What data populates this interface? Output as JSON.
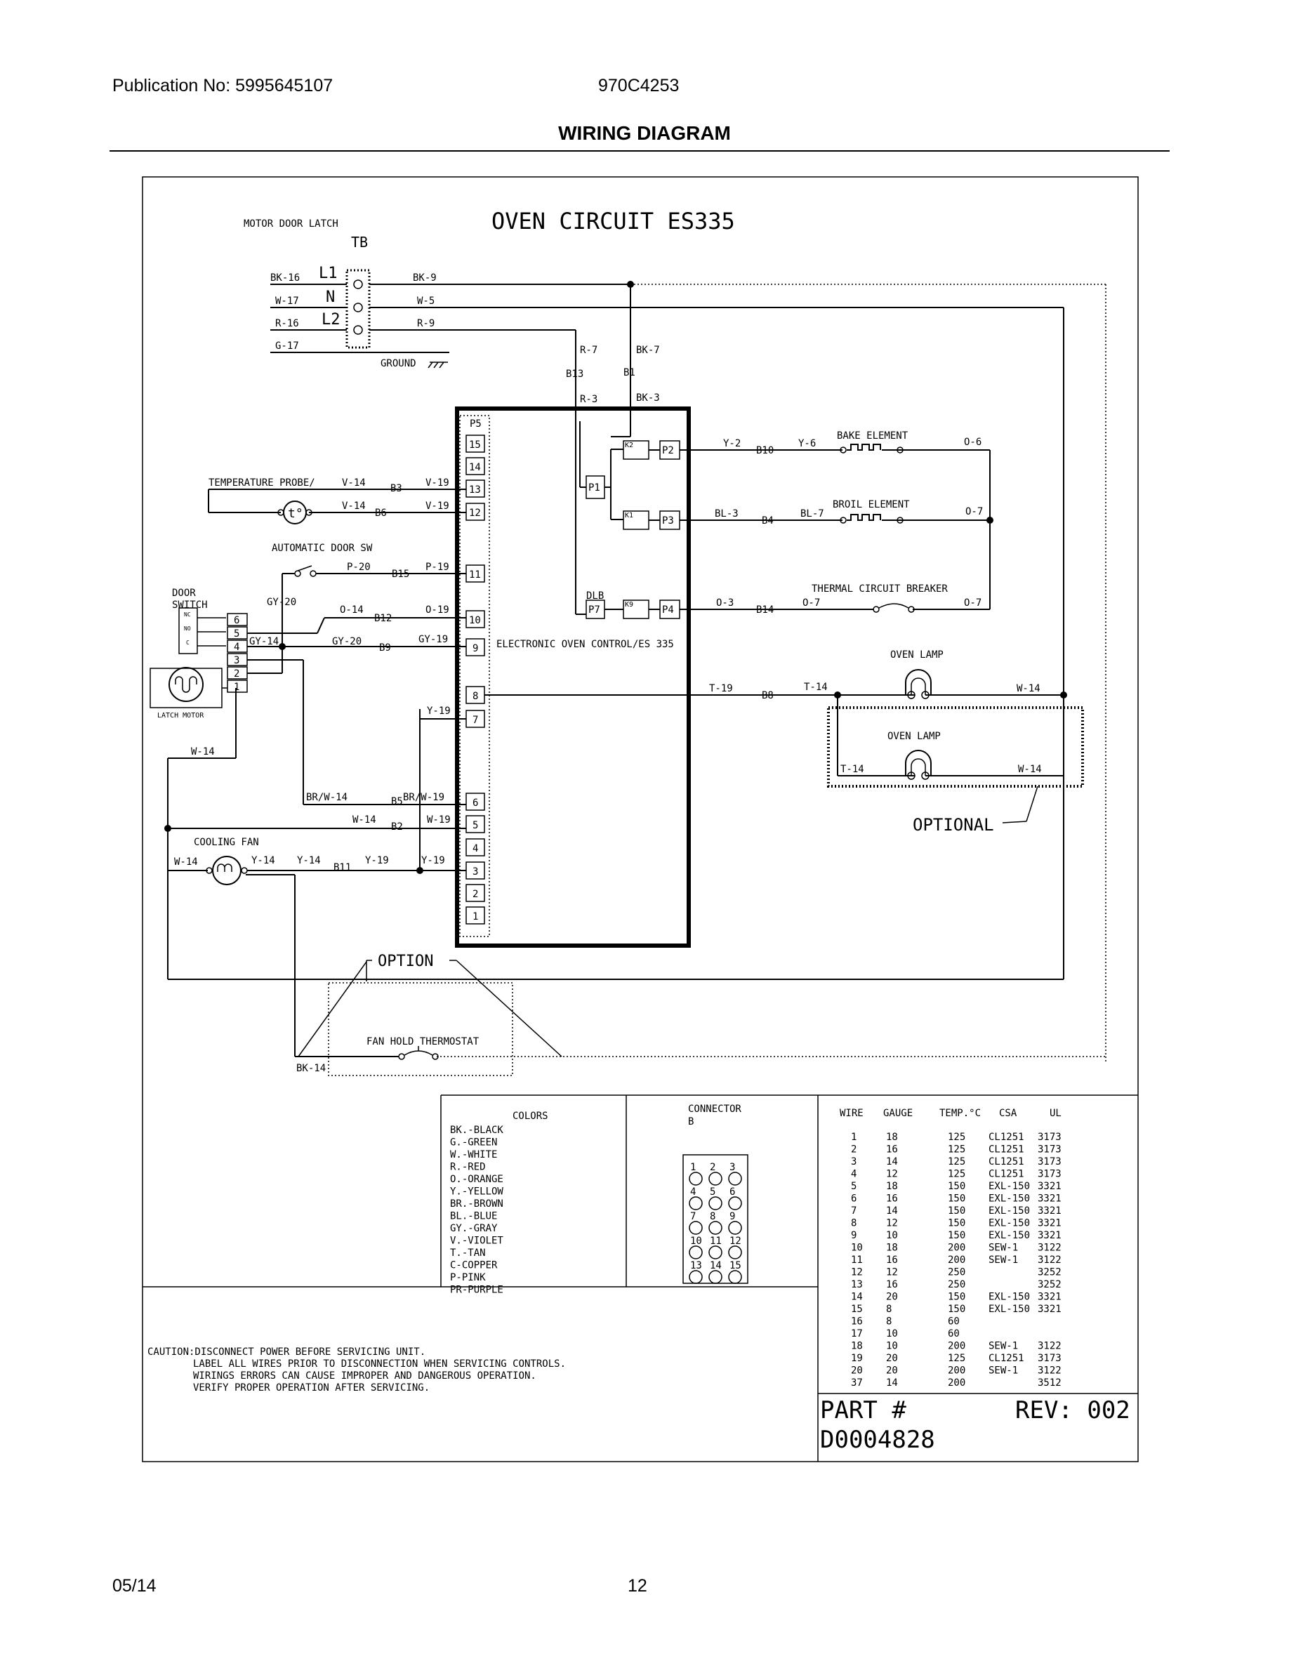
{
  "header": {
    "publication": "Publication No: 5995645107",
    "model": "970C4253",
    "title": "WIRING DIAGRAM"
  },
  "footer": {
    "date": "05/14",
    "page": "12"
  },
  "diagram": {
    "title": "OVEN CIRCUIT  ES335",
    "motor_door_latch": "MOTOR DOOR LATCH",
    "tb": "TB",
    "tb_l1": "L1",
    "tb_n": "N",
    "tb_l2": "L2",
    "ground": "GROUND",
    "temp_probe": "TEMPERATURE PROBE/",
    "auto_door_sw": "AUTOMATIC DOOR SW",
    "door_switch": "DOOR\nSWITCH",
    "latch_motor": "LATCH MOTOR",
    "cooling_fan": "COOLING FAN",
    "control": "ELECTRONIC OVEN CONTROL/ES 335",
    "bake_element": "BAKE ELEMENT",
    "broil_element": "BROIL ELEMENT",
    "thermal_breaker": "THERMAL CIRCUIT BREAKER",
    "oven_lamp": "OVEN LAMP",
    "optional": "OPTIONAL",
    "option": "OPTION",
    "fan_hold": "FAN HOLD THERMOSTAT",
    "dlb": "DLB",
    "p5": "P5"
  },
  "colors_legend": {
    "title": "COLORS",
    "items": [
      "BK.-BLACK",
      "G.-GREEN",
      "W.-WHITE",
      "R.-RED",
      "O.-ORANGE",
      "Y.-YELLOW",
      "BR.-BROWN",
      "BL.-BLUE",
      "GY.-GRAY",
      "V.-VIOLET",
      "T.-TAN",
      "C-COPPER",
      "P-PINK",
      "PR-PURPLE"
    ]
  },
  "connector": {
    "title": "CONNECTOR",
    "sub": "B",
    "pins": [
      "1",
      "2",
      "3",
      "4",
      "5",
      "6",
      "7",
      "8",
      "9",
      "10",
      "11",
      "12",
      "13",
      "14",
      "15"
    ]
  },
  "wire_table": {
    "headers": [
      "WIRE",
      "GAUGE",
      "TEMP.°C",
      "CSA",
      "UL"
    ],
    "rows": [
      [
        "1",
        "18",
        "125",
        "CL1251",
        "3173"
      ],
      [
        "2",
        "16",
        "125",
        "CL1251",
        "3173"
      ],
      [
        "3",
        "14",
        "125",
        "CL1251",
        "3173"
      ],
      [
        "4",
        "12",
        "125",
        "CL1251",
        "3173"
      ],
      [
        "5",
        "18",
        "150",
        "EXL-150",
        "3321"
      ],
      [
        "6",
        "16",
        "150",
        "EXL-150",
        "3321"
      ],
      [
        "7",
        "14",
        "150",
        "EXL-150",
        "3321"
      ],
      [
        "8",
        "12",
        "150",
        "EXL-150",
        "3321"
      ],
      [
        "9",
        "10",
        "150",
        "EXL-150",
        "3321"
      ],
      [
        "10",
        "18",
        "200",
        "SEW-1",
        "3122"
      ],
      [
        "11",
        "16",
        "200",
        "SEW-1",
        "3122"
      ],
      [
        "12",
        "12",
        "250",
        "",
        "3252"
      ],
      [
        "13",
        "16",
        "250",
        "",
        "3252"
      ],
      [
        "14",
        "20",
        "150",
        "EXL-150",
        "3321"
      ],
      [
        "15",
        "8",
        "150",
        "EXL-150",
        "3321"
      ],
      [
        "16",
        "8",
        "60",
        "",
        ""
      ],
      [
        "17",
        "10",
        "60",
        "",
        ""
      ],
      [
        "18",
        "10",
        "200",
        "SEW-1",
        "3122"
      ],
      [
        "19",
        "20",
        "125",
        "CL1251",
        "3173"
      ],
      [
        "20",
        "20",
        "200",
        "SEW-1",
        "3122"
      ],
      [
        "37",
        "14",
        "200",
        "",
        "3512"
      ]
    ]
  },
  "caution": [
    "CAUTION:DISCONNECT POWER BEFORE SERVICING UNIT.",
    "LABEL ALL WIRES PRIOR TO DISCONNECTION WHEN SERVICING CONTROLS.",
    "WIRINGS ERRORS CAN CAUSE IMPROPER AND DANGEROUS OPERATION.",
    "VERIFY PROPER OPERATION AFTER SERVICING."
  ],
  "part": {
    "label": "PART #",
    "number": "D0004828",
    "rev": "REV: 002"
  }
}
